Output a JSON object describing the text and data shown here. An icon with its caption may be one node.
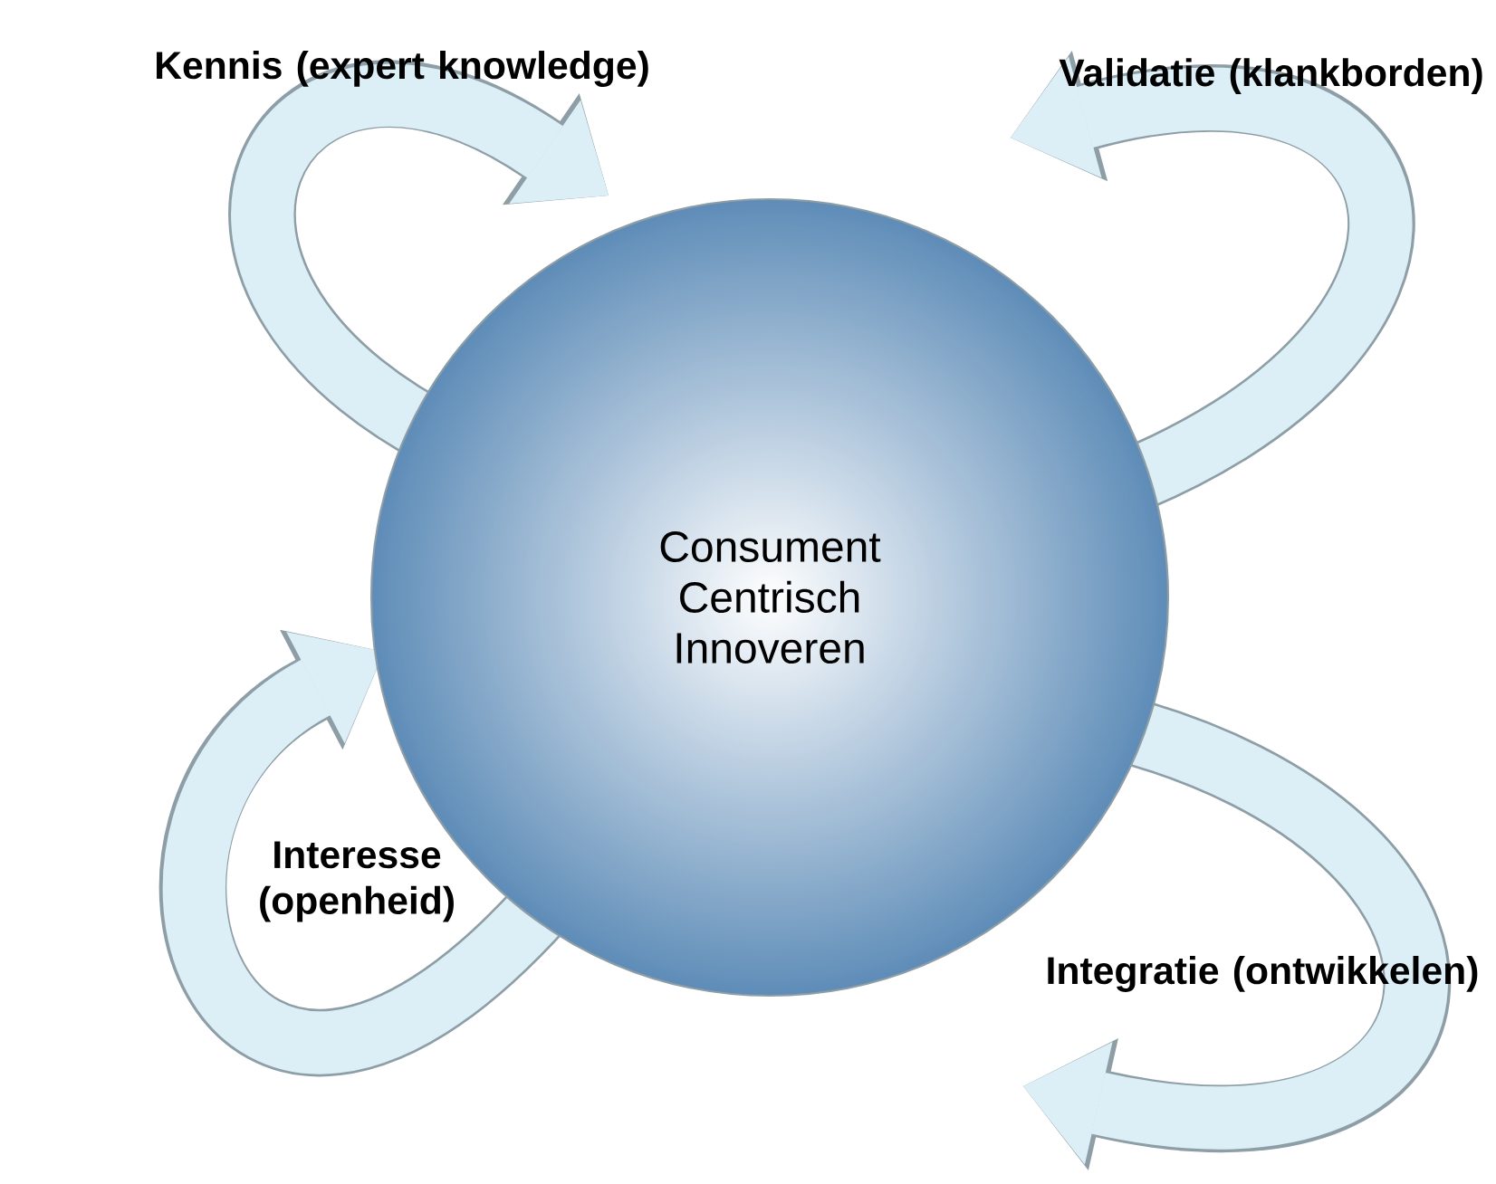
{
  "diagram": {
    "nodes": [
      {
        "text": [
          "Consument Centrisch Innoveren"
        ]
      }
    ],
    "labels": [
      "Kennis (expert knowledge)",
      "Validatie (klankborden)",
      "Interesse (openheid)",
      "Integratie (ontwikkelen)"
    ]
  }
}
